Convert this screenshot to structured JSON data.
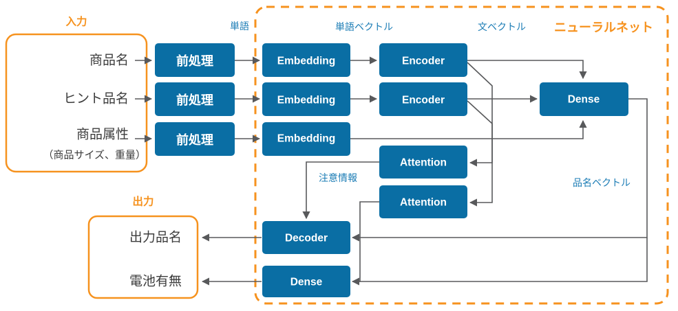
{
  "diagram": {
    "title_neural_net": "ニューラルネット",
    "group_input_label": "入力",
    "group_output_label": "出力",
    "colors": {
      "block_fill": "#0a6ea4",
      "accent_orange": "#f6921e",
      "edge_label_blue": "#1b7cb5",
      "connector_gray": "#58595b",
      "text_dark": "#3c3c3c",
      "background": "#ffffff"
    },
    "inputs": [
      {
        "label": "商品名"
      },
      {
        "label": "ヒント品名"
      },
      {
        "label": "商品属性"
      },
      {
        "label": "（商品サイズ、重量）"
      }
    ],
    "outputs": [
      {
        "label": "出力品名"
      },
      {
        "label": "電池有無"
      }
    ],
    "blocks": {
      "preprocess": [
        {
          "label": "前処理"
        },
        {
          "label": "前処理"
        },
        {
          "label": "前処理"
        }
      ],
      "embedding": [
        {
          "label": "Embedding"
        },
        {
          "label": "Embedding"
        },
        {
          "label": "Embedding"
        }
      ],
      "encoder": [
        {
          "label": "Encoder"
        },
        {
          "label": "Encoder"
        }
      ],
      "attention": [
        {
          "label": "Attention"
        },
        {
          "label": "Attention"
        }
      ],
      "dense_top": {
        "label": "Dense"
      },
      "decoder": {
        "label": "Decoder"
      },
      "dense_bottom": {
        "label": "Dense"
      }
    },
    "edge_labels": {
      "word": "単語",
      "word_vector": "単語ベクトル",
      "sentence_vector": "文ベクトル",
      "attention_info": "注意情報",
      "item_name_vector": "品名ベクトル"
    }
  }
}
